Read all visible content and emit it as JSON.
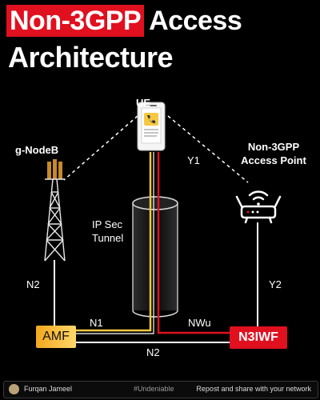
{
  "title": {
    "highlight": "Non-3GPP",
    "rest": "Access",
    "line2": "Architecture"
  },
  "nodes": {
    "ue": "UE",
    "gnodeb": "g-NodeB",
    "ap_line1": "Non-3GPP",
    "ap_line2": "Access Point",
    "amf": "AMF",
    "n3iwf": "N3IWF"
  },
  "tunnel": {
    "line1": "IP Sec",
    "line2": "Tunnel"
  },
  "interfaces": {
    "y1": "Y1",
    "y2": "Y2",
    "n2_left": "N2",
    "n1": "N1",
    "nwu": "NWu",
    "n2_bottom": "N2"
  },
  "footer": {
    "name": "Furqan Jameel",
    "hashtag": "#Undeniable",
    "share": "Repost and share with your network"
  },
  "colors": {
    "accent_red": "#e0101f",
    "amf_gold": "#f3a81d",
    "line_yellow": "#f5c842"
  }
}
